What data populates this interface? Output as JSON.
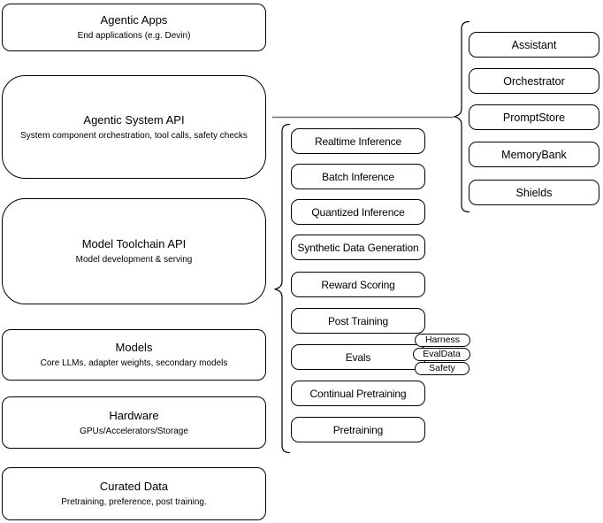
{
  "left_stack": [
    {
      "title": "Agentic Apps",
      "subtitle": "End applications (e.g. Devin)"
    },
    {
      "title": "Agentic System API",
      "subtitle": "System component orchestration, tool calls, safety checks"
    },
    {
      "title": "Model Toolchain API",
      "subtitle": "Model development & serving"
    },
    {
      "title": "Models",
      "subtitle": "Core LLMs, adapter weights, secondary models"
    },
    {
      "title": "Hardware",
      "subtitle": "GPUs/Accelerators/Storage"
    },
    {
      "title": "Curated Data",
      "subtitle": "Pretraining, preference, post training."
    }
  ],
  "pipeline": {
    "items": [
      "Realtime Inference",
      "Batch Inference",
      "Quantized Inference",
      "Synthetic Data Generation",
      "Reward Scoring",
      "Post Training",
      "Evals",
      "Continual Pretraining",
      "Pretraining"
    ]
  },
  "eval_tags": [
    "Harness",
    "EvalData",
    "Safety"
  ],
  "components": {
    "items": [
      "Assistant",
      "Orchestrator",
      "PromptStore",
      "MemoryBank",
      "Shields"
    ]
  },
  "colors": {
    "stroke": "#000000",
    "connector": "#6e6e6e",
    "box_fill": "#ffffff",
    "text": "#000000"
  }
}
